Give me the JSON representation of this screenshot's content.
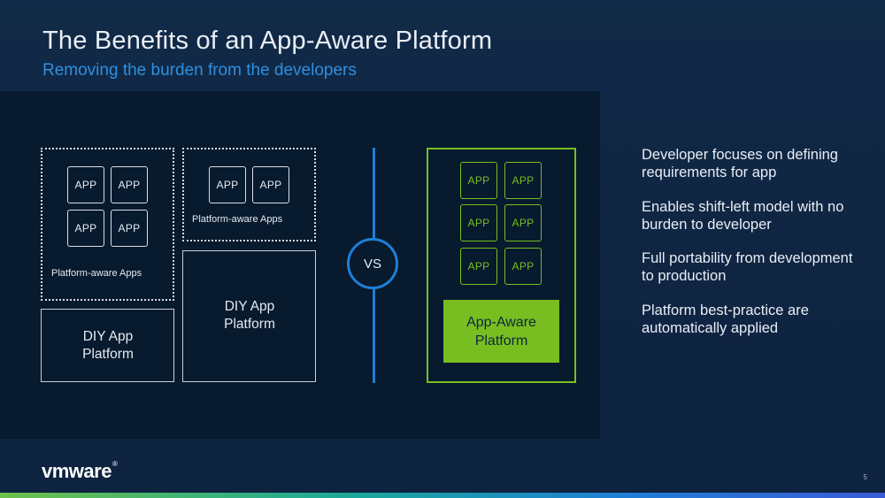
{
  "header": {
    "title": "The Benefits of an App-Aware Platform",
    "subtitle": "Removing the burden from the developers"
  },
  "diagram": {
    "app_label": "APP",
    "left_group_1": {
      "label": "Platform-aware Apps",
      "platform": "DIY App Platform"
    },
    "left_group_2": {
      "label": "Platform-aware Apps",
      "platform": "DIY App Platform"
    },
    "vs_label": "VS",
    "right_group": {
      "platform": "App-Aware Platform"
    }
  },
  "bullets": [
    "Developer focuses on defining requirements for app",
    "Enables shift-left model with no burden to developer",
    "Full portability from development to production",
    "Platform best-practice are automatically applied"
  ],
  "footer": {
    "logo_text": "vmware",
    "logo_mark": "®",
    "page_number": "5"
  },
  "colors": {
    "background": "#0f2440",
    "panel": "#071a2e",
    "accent_blue": "#1f7fd6",
    "accent_green": "#78be20",
    "subtitle": "#2f8fe0"
  }
}
